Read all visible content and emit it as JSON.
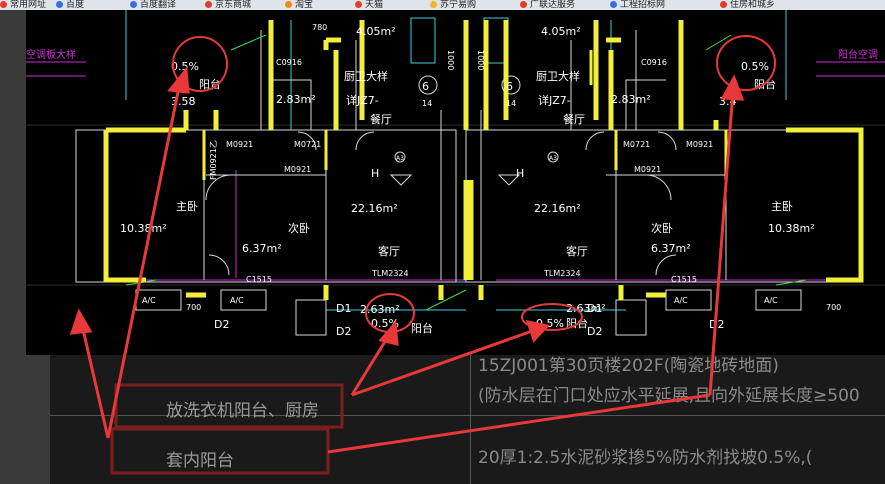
{
  "bookmarks": [
    {
      "label": "常用网址",
      "color": "#e23c2e"
    },
    {
      "label": "百度",
      "color": "#3b6de0"
    },
    {
      "label": "百度翻译",
      "color": "#3b6de0"
    },
    {
      "label": "京东商城",
      "color": "#e23c2e"
    },
    {
      "label": "淘宝",
      "color": "#f08a1a"
    },
    {
      "label": "天猫",
      "color": "#e23c2e"
    },
    {
      "label": "苏宁易购",
      "color": "#f0b81a"
    },
    {
      "label": "广联达服务",
      "color": "#e23c2e"
    },
    {
      "label": "工程招标网",
      "color": "#3b6de0"
    },
    {
      "label": "住房和城乡",
      "color": "#e23c2e"
    }
  ],
  "plan": {
    "left_unit": {
      "rooms": {
        "balcony": "阳台",
        "balcony_slope": "0.5%",
        "balcony_area": "3.58",
        "bath_area": "2.83m²",
        "master_bedroom": "主卧",
        "master_area": "10.38m²",
        "second_bedroom": "次卧",
        "second_area": "6.37m²",
        "living": "客厅",
        "living_area": "22.16m²",
        "stair_label": "厨卫大样",
        "stair_ref": "详JZ7-",
        "stair_page": "餐厅",
        "kitchen_area": "4.05m²",
        "laundry_area": "2.63m²",
        "laundry_slope": "0.5%",
        "laundry_label": "阳台"
      },
      "doors": {
        "m0921_a": "M0921",
        "m0721": "M0721",
        "m0921_b": "M0921",
        "tlm": "TLM2324",
        "c1515": "C1515",
        "c0916": "C0916",
        "d1": "D1",
        "d2": "D2",
        "d2b": "D2",
        "fm": "FM0921乙"
      },
      "ac": "A/C",
      "ac2": "A/C",
      "axis_num": "6",
      "axis_sub": "14",
      "tag": "A3",
      "h": "H",
      "pipe": "700"
    },
    "right_unit": {
      "rooms": {
        "balcony": "阳台",
        "balcony_slope": "0.5%",
        "balcony_area": "3.4",
        "bath_area": "2.83m²",
        "master_bedroom": "主卧",
        "master_area": "10.38m²",
        "second_bedroom": "次卧",
        "second_area": "6.37m²",
        "living": "客厅",
        "living_area": "22.16m²",
        "stair_label": "厨卫大样",
        "stair_ref": "详JZ7-",
        "stair_page": "餐厅",
        "kitchen_area": "4.05m²",
        "laundry_area": "2.63m²",
        "laundry_slope": "0.5%",
        "laundry_label": "阳台"
      },
      "doors": {
        "m0921_a": "M0921",
        "m0721": "M0721",
        "m0921_b": "M0921",
        "tlm": "TLM2324",
        "c1515": "C1515",
        "c0916": "C0916",
        "d1": "D1",
        "d2": "D2",
        "d2b": "D2"
      },
      "ac": "A/C",
      "ac2": "A/C",
      "axis_num": "6",
      "axis_sub": "14",
      "tag": "A3",
      "h": "H",
      "pipe": "700"
    },
    "left_edge_label": "空调板大样",
    "right_edge_label": "阳台空调",
    "center_dim": "1000",
    "center_dim2": "1000",
    "top_dim": "780"
  },
  "table": {
    "line1": "15ZJ001第30页楼202F(陶瓷地砖地面)",
    "line2": "(防水层在门口处应水平延展,且向外延展长度≥500",
    "line3": "20厚1:2.5水泥砂浆掺5%防水剂找坡0.5%,(",
    "label_top": "放洗衣机阳台、厨房",
    "label_bottom": "套内阳台"
  },
  "colors": {
    "wall": "#f2ee3a",
    "line": "#e8e8e8",
    "cyan": "#3fd0e0",
    "magenta": "#d02ad8",
    "green": "#3ee03e",
    "annot": "#e8383a",
    "box": "#7a1e1e"
  }
}
